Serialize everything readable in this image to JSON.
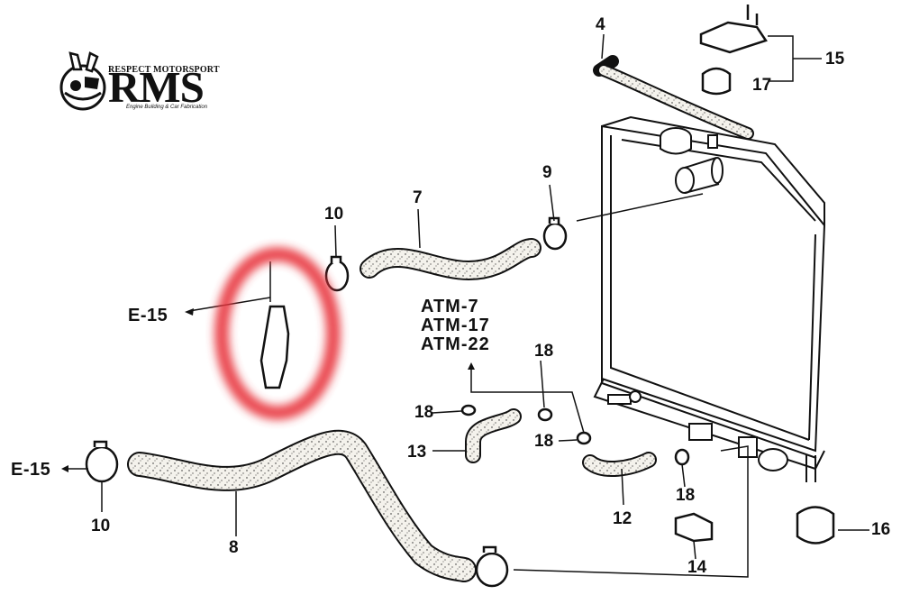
{
  "logo": {
    "top_text": "RESPECT MOTORSPORT",
    "main_text": "RMS",
    "sub_text": "Engine Building & Car Fabrication"
  },
  "callouts": {
    "p4": "4",
    "p15": "15",
    "p17": "17",
    "p9": "9",
    "p7": "7",
    "p10_top": "10",
    "p10_bottom": "10",
    "p8": "8",
    "p13": "13",
    "p18_a": "18",
    "p18_b": "18",
    "p18_c": "18",
    "p18_d": "18",
    "p12": "12",
    "p14": "14",
    "p16": "16"
  },
  "references": {
    "e15_upper": "E-15",
    "e15_lower": "E-15"
  },
  "atm_refs": [
    "ATM-7",
    "ATM-17",
    "ATM-22"
  ],
  "colors": {
    "ink": "#111111",
    "highlight_circle": "#e8343c",
    "hose_fill": "#f4f2ec"
  }
}
